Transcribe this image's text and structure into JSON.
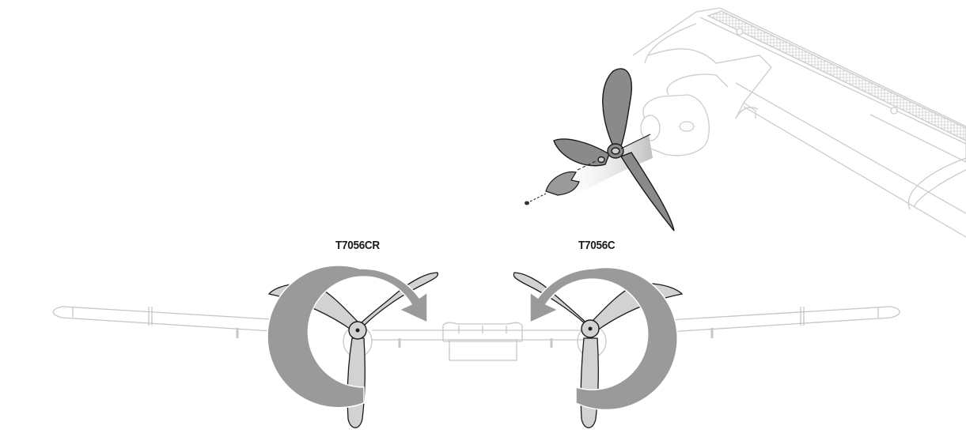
{
  "diagram": {
    "labels": {
      "left_prop": "T7056CR",
      "right_prop": "T7056C"
    },
    "rotation": {
      "left_prop": "clockwise",
      "right_prop": "counter-clockwise"
    },
    "colors": {
      "outline_light": "#c8c8c8",
      "blade_fill": "#d2d2d2",
      "exploded_blade_fill": "#8a8a8a",
      "rotation_arrow": "#9a9a9a",
      "text": "#1a1a1a"
    },
    "parts": [
      "propeller",
      "spinner",
      "screw",
      "washer",
      "motor-shaft",
      "wing-nacelle"
    ]
  }
}
